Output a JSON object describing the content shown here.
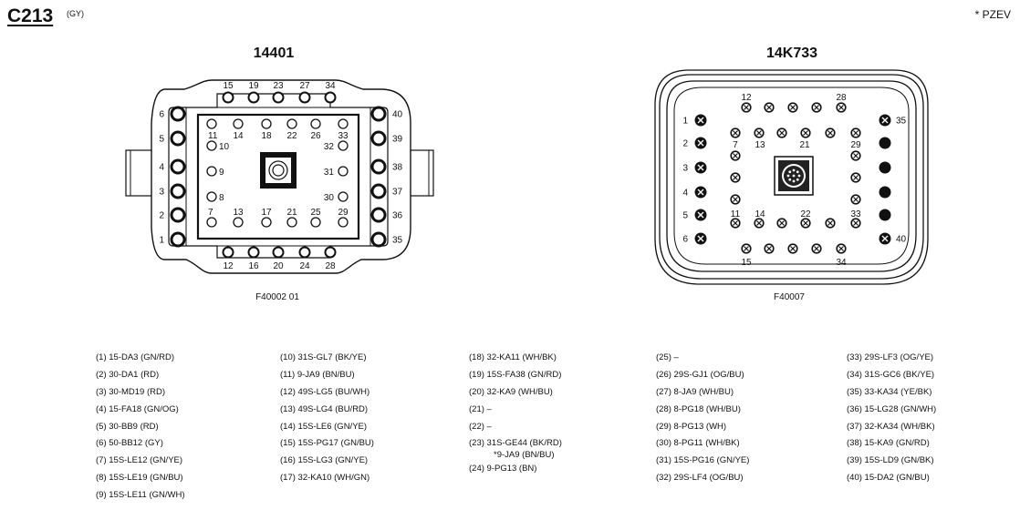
{
  "connector": {
    "id": "C213",
    "color": "(GY)",
    "note": "* PZEV",
    "left": {
      "name": "14401",
      "figure": "F40002 01",
      "outer_pins": [
        {
          "id": "1",
          "side": "left"
        },
        {
          "id": "2",
          "side": "left"
        },
        {
          "id": "3",
          "side": "left"
        },
        {
          "id": "4",
          "side": "left"
        },
        {
          "id": "5",
          "side": "left"
        },
        {
          "id": "6",
          "side": "left"
        },
        {
          "id": "35",
          "side": "right"
        },
        {
          "id": "36",
          "side": "right"
        },
        {
          "id": "37",
          "side": "right"
        },
        {
          "id": "38",
          "side": "right"
        },
        {
          "id": "39",
          "side": "right"
        },
        {
          "id": "40",
          "side": "right"
        },
        {
          "id": "15",
          "side": "top"
        },
        {
          "id": "19",
          "side": "top"
        },
        {
          "id": "23",
          "side": "top"
        },
        {
          "id": "27",
          "side": "top"
        },
        {
          "id": "34",
          "side": "top"
        },
        {
          "id": "12",
          "side": "bottom"
        },
        {
          "id": "16",
          "side": "bottom"
        },
        {
          "id": "20",
          "side": "bottom"
        },
        {
          "id": "24",
          "side": "bottom"
        },
        {
          "id": "28",
          "side": "bottom"
        }
      ],
      "inner_labels": [
        "11",
        "14",
        "18",
        "22",
        "26",
        "33",
        "10",
        "32",
        "9",
        "31",
        "8",
        "30",
        "7",
        "13",
        "17",
        "21",
        "25",
        "29"
      ]
    },
    "right": {
      "name": "14K733",
      "figure": "F40007",
      "left_pins": [
        "1",
        "2",
        "3",
        "4",
        "5",
        "6"
      ],
      "right_pins": [
        "35",
        "40"
      ],
      "labels": [
        "12",
        "28",
        "7",
        "13",
        "21",
        "29",
        "11",
        "14",
        "22",
        "33",
        "15",
        "34"
      ]
    }
  },
  "legend": {
    "col1": [
      "(1)  15-DA3 (GN/RD)",
      "(2)  30-DA1 (RD)",
      "(3)  30-MD19 (RD)",
      "(4)  15-FA18 (GN/OG)",
      "(5)  30-BB9 (RD)",
      "(6)  50-BB12 (GY)",
      "(7)  15S-LE12 (GN/YE)",
      "(8)  15S-LE19 (GN/BU)",
      "(9)  15S-LE11 (GN/WH)"
    ],
    "col2": [
      "(10)  31S-GL7 (BK/YE)",
      "(11)  9-JA9 (BN/BU)",
      "(12)  49S-LG5 (BU/WH)",
      "(13)  49S-LG4 (BU/RD)",
      "(14)  15S-LE6 (GN/YE)",
      "(15)  15S-PG17 (GN/BU)",
      "(16)  15S-LG3 (GN/YE)",
      "(17)  32-KA10 (WH/GN)"
    ],
    "col3": [
      "(18)  32-KA11 (WH/BK)",
      "(19)  15S-FA38 (GN/RD)",
      "(20)  32-KA9 (WH/BU)",
      "(21)  –",
      "(22)  –",
      "(23)  31S-GE44 (BK/RD)",
      "(24) 9-PG13 (BN)"
    ],
    "col3_23_extra": "*9-JA9 (BN/BU)",
    "col4": [
      "(25)  –",
      "(26)  29S-GJ1 (OG/BU)",
      "(27)  8-JA9 (WH/BU)",
      "(28)  8-PG18 (WH/BU)",
      "(29)  8-PG13 (WH)",
      "(30)  8-PG11 (WH/BK)",
      "(31)  15S-PG16 (GN/YE)",
      "(32)  29S-LF4 (OG/BU)"
    ],
    "col5": [
      "(33)  29S-LF3 (OG/YE)",
      "(34)  31S-GC6 (BK/YE)",
      "(35)  33-KA34 (YE/BK)",
      "(36)  15-LG28 (GN/WH)",
      "(37)  32-KA34 (WH/BK)",
      "(38)  15-KA9 (GN/RD)",
      "(39)  15S-LD9 (GN/BK)",
      "(40)  15-DA2 (GN/BU)"
    ]
  }
}
